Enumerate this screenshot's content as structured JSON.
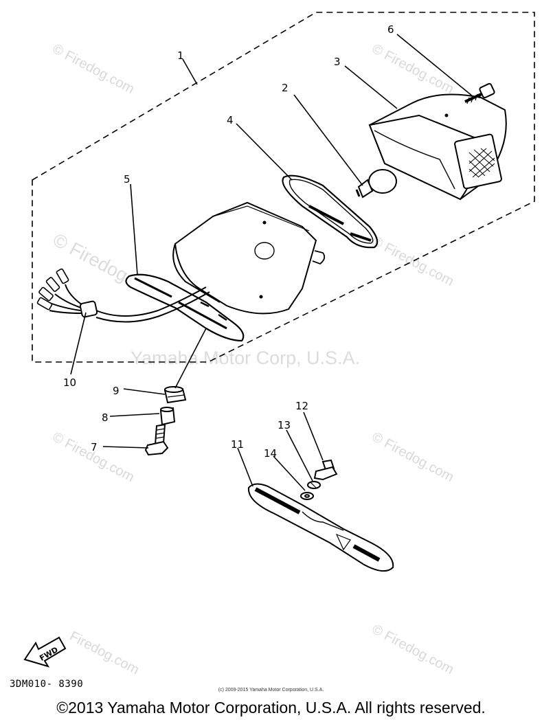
{
  "callouts": {
    "c1": "1",
    "c2": "2",
    "c3": "3",
    "c4": "4",
    "c5": "5",
    "c6": "6",
    "c7": "7",
    "c8": "8",
    "c9": "9",
    "c10": "10",
    "c11": "11",
    "c12": "12",
    "c13": "13",
    "c14": "14"
  },
  "watermark": {
    "site": "© Firedog.com",
    "site_plain": "Firedog.com",
    "center": "Yamaha Motor Corp, U.S.A."
  },
  "fwd_label": "FWD",
  "diagram_code": "3DM010- 8390",
  "small_copyright": "(c) 2009-2015 Yamaha Motor Corporation, U.S.A.",
  "copyright": "©2013 Yamaha Motor Corporation, U.S.A. All rights reserved."
}
